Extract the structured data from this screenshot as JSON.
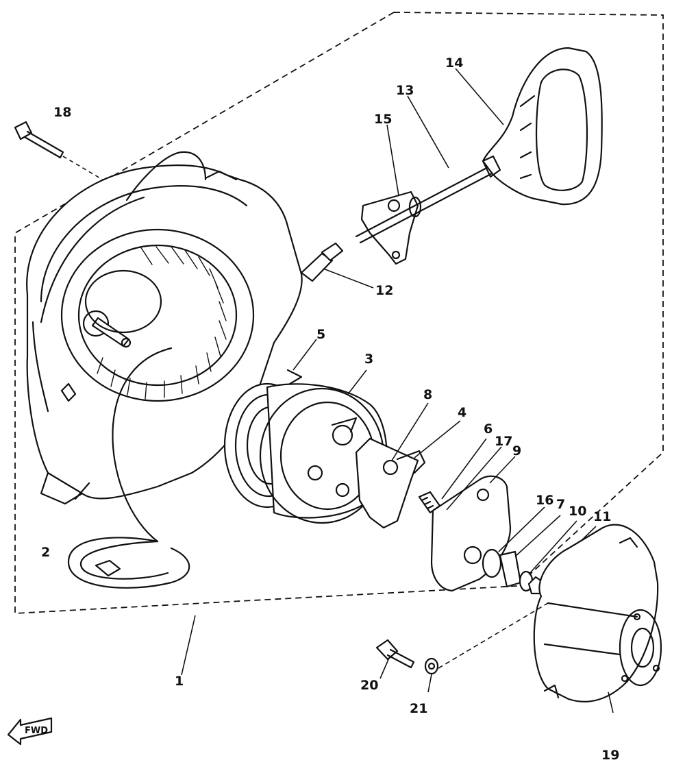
{
  "callouts": {
    "p1": "1",
    "p2": "2",
    "p3": "3",
    "p4": "4",
    "p5": "5",
    "p6": "6",
    "p7": "7",
    "p8": "8",
    "p9": "9",
    "p10": "10",
    "p11": "11",
    "p12": "12",
    "p13": "13",
    "p14": "14",
    "p15": "15",
    "p16": "16",
    "p17": "17",
    "p18": "18",
    "p19": "19",
    "p20": "20",
    "p21": "21"
  },
  "direction_tag": "FWD"
}
